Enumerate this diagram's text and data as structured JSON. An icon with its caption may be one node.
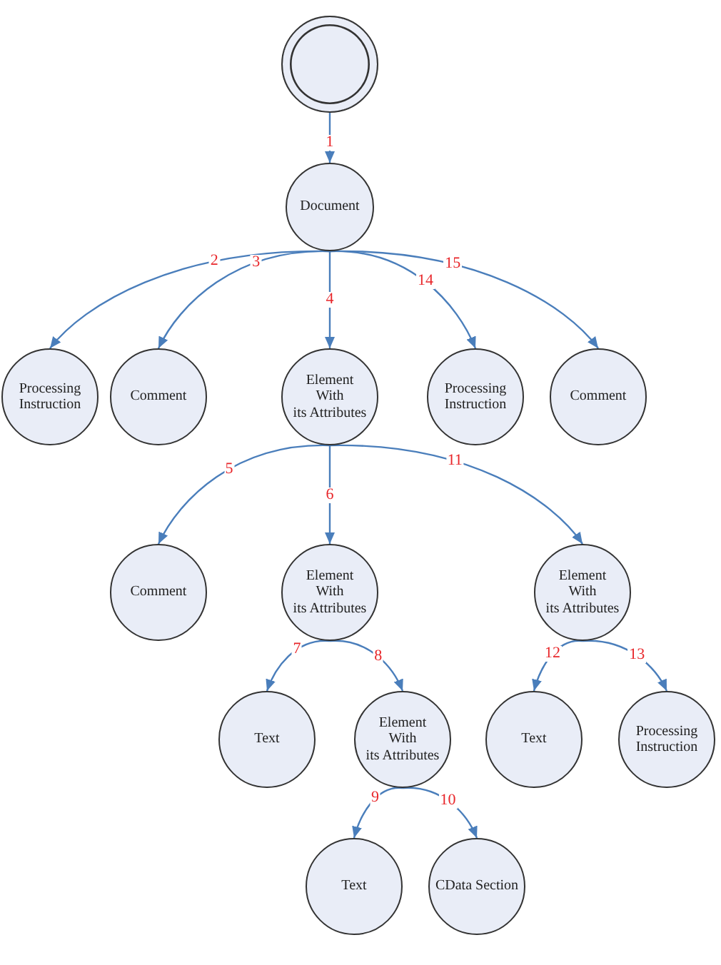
{
  "diagram": {
    "nodes": [
      {
        "text": [],
        "shape": "circle"
      },
      {
        "text": [
          "Document"
        ]
      },
      {
        "text": [
          "Processing Instruction"
        ]
      },
      {
        "text": [
          "Comment"
        ]
      },
      {
        "text": [
          "Element With its Attributes"
        ]
      },
      {
        "text": [
          "Processing Instruction"
        ]
      },
      {
        "text": [
          "Comment"
        ]
      },
      {
        "text": [
          "Comment"
        ]
      },
      {
        "text": [
          "Element With its Attributes"
        ]
      },
      {
        "text": [
          "Element With its Attributes"
        ]
      },
      {
        "text": [
          "Text"
        ]
      },
      {
        "text": [
          "Element With its Attributes"
        ]
      },
      {
        "text": [
          "Text"
        ]
      },
      {
        "text": [
          "Processing Instruction"
        ]
      },
      {
        "text": [
          "Text"
        ]
      },
      {
        "text": [
          "CData Section"
        ]
      }
    ],
    "edges": [
      {
        "from": 0,
        "to": 1,
        "arrow": "to",
        "label": "1"
      },
      {
        "from": 1,
        "to": 2,
        "arrow": "to",
        "label": "2"
      },
      {
        "from": 1,
        "to": 3,
        "arrow": "to",
        "label": "3"
      },
      {
        "from": 1,
        "to": 4,
        "arrow": "to",
        "label": "4"
      },
      {
        "from": 1,
        "to": 5,
        "arrow": "to",
        "label": "14"
      },
      {
        "from": 1,
        "to": 6,
        "arrow": "to",
        "label": "15"
      },
      {
        "from": 4,
        "to": 7,
        "arrow": "to",
        "label": "5"
      },
      {
        "from": 4,
        "to": 8,
        "arrow": "to",
        "label": "6"
      },
      {
        "from": 4,
        "to": 9,
        "arrow": "to",
        "label": "11"
      },
      {
        "from": 8,
        "to": 10,
        "arrow": "to",
        "label": "7"
      },
      {
        "from": 8,
        "to": 11,
        "arrow": "to",
        "label": "8"
      },
      {
        "from": 9,
        "to": 12,
        "arrow": "to",
        "label": "12"
      },
      {
        "from": 9,
        "to": 13,
        "arrow": "to",
        "label": "13"
      },
      {
        "from": 11,
        "to": 14,
        "arrow": "to",
        "label": "9"
      },
      {
        "from": 11,
        "to": 15,
        "arrow": "to",
        "label": "10"
      }
    ]
  }
}
